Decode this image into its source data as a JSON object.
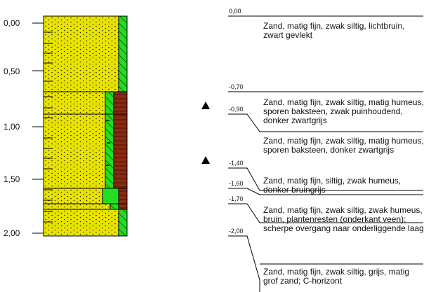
{
  "depth_axis": {
    "ticks": [
      "0,00",
      "0,50",
      "1,00",
      "1,50",
      "2,00"
    ]
  },
  "layer_boundaries": [
    "0,00",
    "-0,70",
    "-1,40",
    "-1,60",
    "-1,70",
    "-2,00"
  ],
  "sample_depths": [
    "-0,90"
  ],
  "sample_markers": 2,
  "layers": [
    {
      "top": 0.0,
      "bottom": 0.7,
      "description": "Zand, matig fijn, zwak siltig, lichtbruin, zwart gevlekt"
    },
    {
      "top": 0.7,
      "bottom": 0.9,
      "description": "Zand, matig fijn, zwak siltig, matig humeus, sporen baksteen, zwak puinhoudend, donker zwartgrijs"
    },
    {
      "top": 0.9,
      "bottom": 1.4,
      "description": "Zand, matig fijn, zwak siltig, matig humeus, sporen baksteen, donker zwartgrijs"
    },
    {
      "top": 1.4,
      "bottom": 1.6,
      "description": "Zand, matig fijn, siltig, zwak humeus, donker bruingrijs"
    },
    {
      "top": 1.6,
      "bottom": 1.7,
      "description": "Zand, matig fijn, zwak siltig, zwak humeus, bruin, plantenresten (onderkant veen); scherpe overgang naar onderliggende laag"
    },
    {
      "top": 1.7,
      "bottom": 2.0,
      "description": "Zand, matig fijn, zwak siltig, grijs, matig grof zand; C-horizont"
    }
  ],
  "colors": {
    "sand": "#e8e300",
    "silt_green": "#22dd22",
    "humus_brown": "#8b2a12",
    "outline": "#000000"
  }
}
